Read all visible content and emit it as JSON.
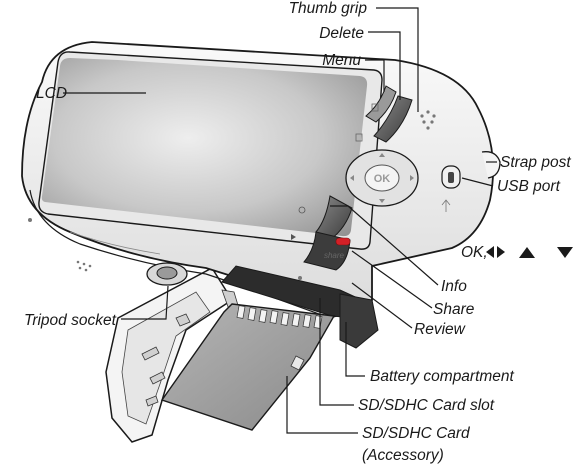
{
  "labels": {
    "thumb_grip": "Thumb grip",
    "delete": "Delete",
    "menu": "Menu",
    "lcd": "LCD",
    "strap_post": "Strap post",
    "usb_port": "USB port",
    "ok_arrows": "OK,",
    "info": "Info",
    "share": "Share",
    "review": "Review",
    "tripod_socket": "Tripod socket",
    "battery_compartment": "Battery compartment",
    "sd_card_slot": "SD/SDHC Card slot",
    "sd_card_line1": "SD/SDHC Card",
    "sd_card_line2": "(Accessory)"
  },
  "camera": {
    "ok_button_text": "OK",
    "share_button_text": "share"
  },
  "colors": {
    "body": "#f2f2f2",
    "outline": "#1a1a1a",
    "lcd_light": "#ececec",
    "lcd_dark": "#8f8f8f",
    "card": "#9a9a9a",
    "share_button": "#d42027"
  }
}
